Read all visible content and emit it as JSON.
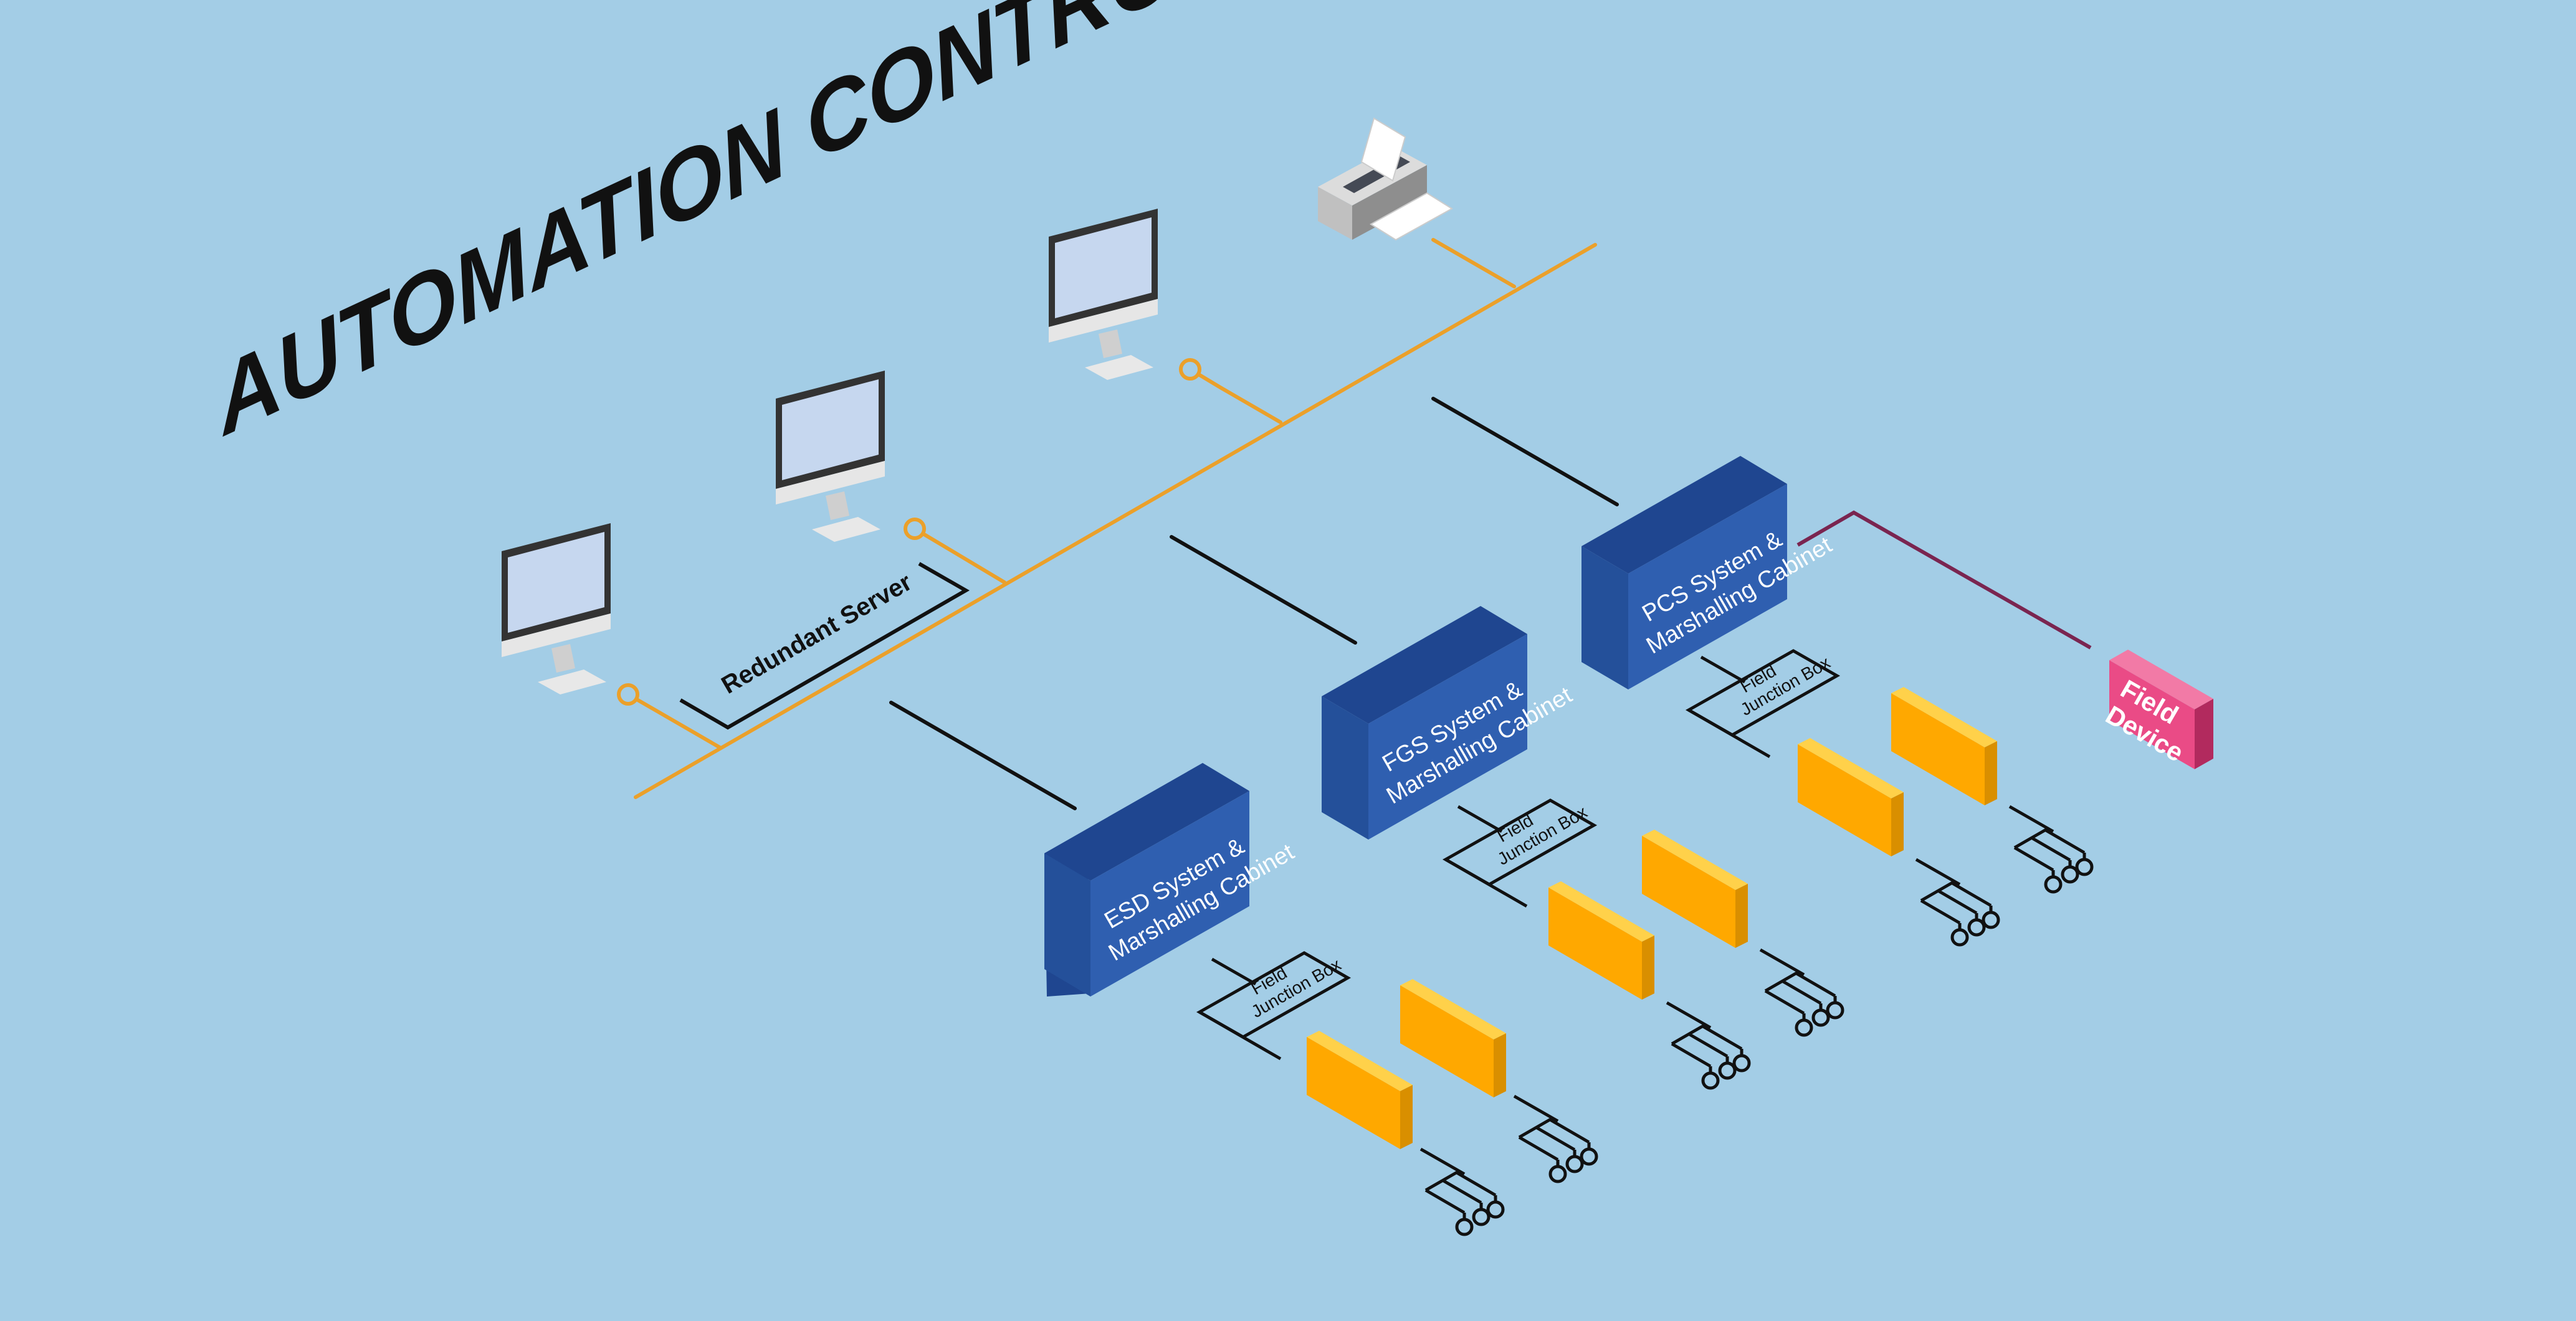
{
  "title": "AUTOMATION CONTROL",
  "server": {
    "label": "Redundant Server"
  },
  "cabinets": [
    {
      "id": "esd",
      "line1": "ESD System &",
      "line2": "Marshalling Cabinet"
    },
    {
      "id": "fgs",
      "line1": "FGS System &",
      "line2": "Marshalling Cabinet"
    },
    {
      "id": "pcs",
      "line1": "PCS System &",
      "line2": "Marshalling Cabinet"
    }
  ],
  "junction_box": {
    "line1": "Field",
    "line2": "Junction Box"
  },
  "field_device": {
    "line1": "Field",
    "line2": "Device"
  },
  "icons": [
    "monitor-icon",
    "printer-icon"
  ],
  "colors": {
    "background": "#a3cde6",
    "network_line": "#eba02a",
    "cabinet_front": "#2f5fb0",
    "cabinet_top": "#1f4690",
    "module": "#ffa800",
    "field_device": "#ea4b86",
    "device_link": "#7a2550"
  }
}
